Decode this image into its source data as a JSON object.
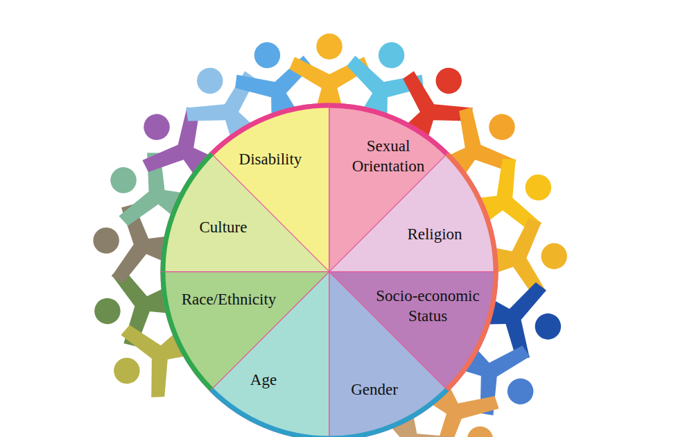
{
  "diagram": {
    "nodes": [
      {
        "text": [
          "Disability"
        ]
      },
      {
        "text": [
          "Sexual Orientation"
        ]
      },
      {
        "text": [
          "Culture"
        ]
      },
      {
        "text": [
          "Religion"
        ]
      },
      {
        "text": [
          "Race/Ethnicity"
        ]
      },
      {
        "text": [
          "Socio-economic Status"
        ]
      },
      {
        "text": [
          "Age"
        ]
      },
      {
        "text": [
          "Gender"
        ]
      }
    ]
  }
}
